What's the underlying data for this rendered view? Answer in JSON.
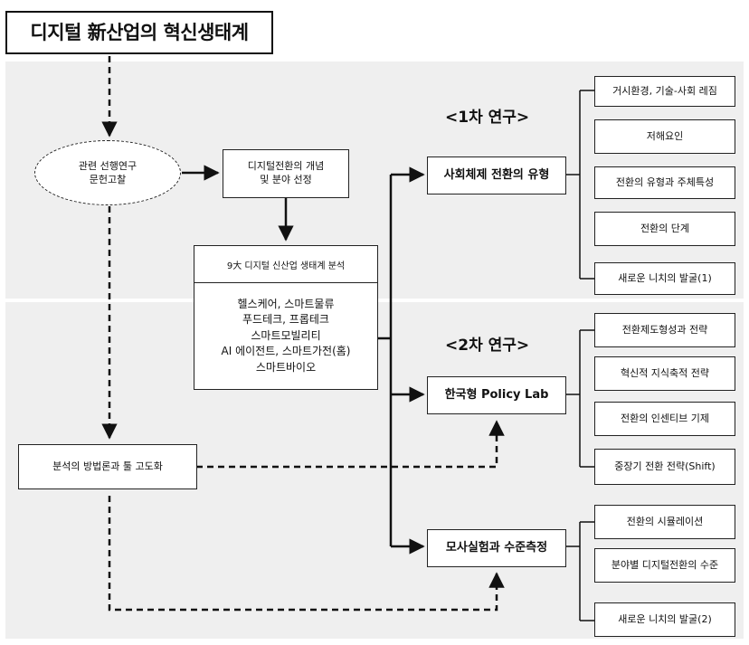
{
  "title": "디지털 新산업의 혁신생태계",
  "prior_research": "관련 선행연구\n문헌고찰",
  "concept": "디지털전환의 개념\n및 분야 선정",
  "sector_analysis": {
    "title": "9大 디지털 신산업 생태계 분석",
    "items": [
      "헬스케어, 스마트물류",
      "푸드테크, 프롭테크",
      "스마트모빌리티",
      "AI 에이전트, 스마트가전(홈)",
      "스마트바이오"
    ]
  },
  "method": "분석의 방법론과 툴 고도화",
  "phase1": {
    "heading": "<1차 연구>",
    "center": "사회체제 전환의 유형",
    "items": [
      "거시환경, 기술-사회 레짐",
      "저해요인",
      "전환의 유형과 주체특성",
      "전환의 단계",
      "새로운 니치의 발굴(1)"
    ]
  },
  "phase2": {
    "heading": "<2차 연구>",
    "center": "한국형 Policy Lab",
    "items": [
      "전환제도형성과 전략",
      "혁신적 지식축적 전략",
      "전환의 인센티브 기제",
      "중장기 전환 전략(Shift)"
    ]
  },
  "phase3": {
    "center": "모사실험과 수준측정",
    "items": [
      "전환의 시뮬레이션",
      "분야별 디지털전환의 수준",
      "새로운 니치의 발굴(2)"
    ]
  }
}
